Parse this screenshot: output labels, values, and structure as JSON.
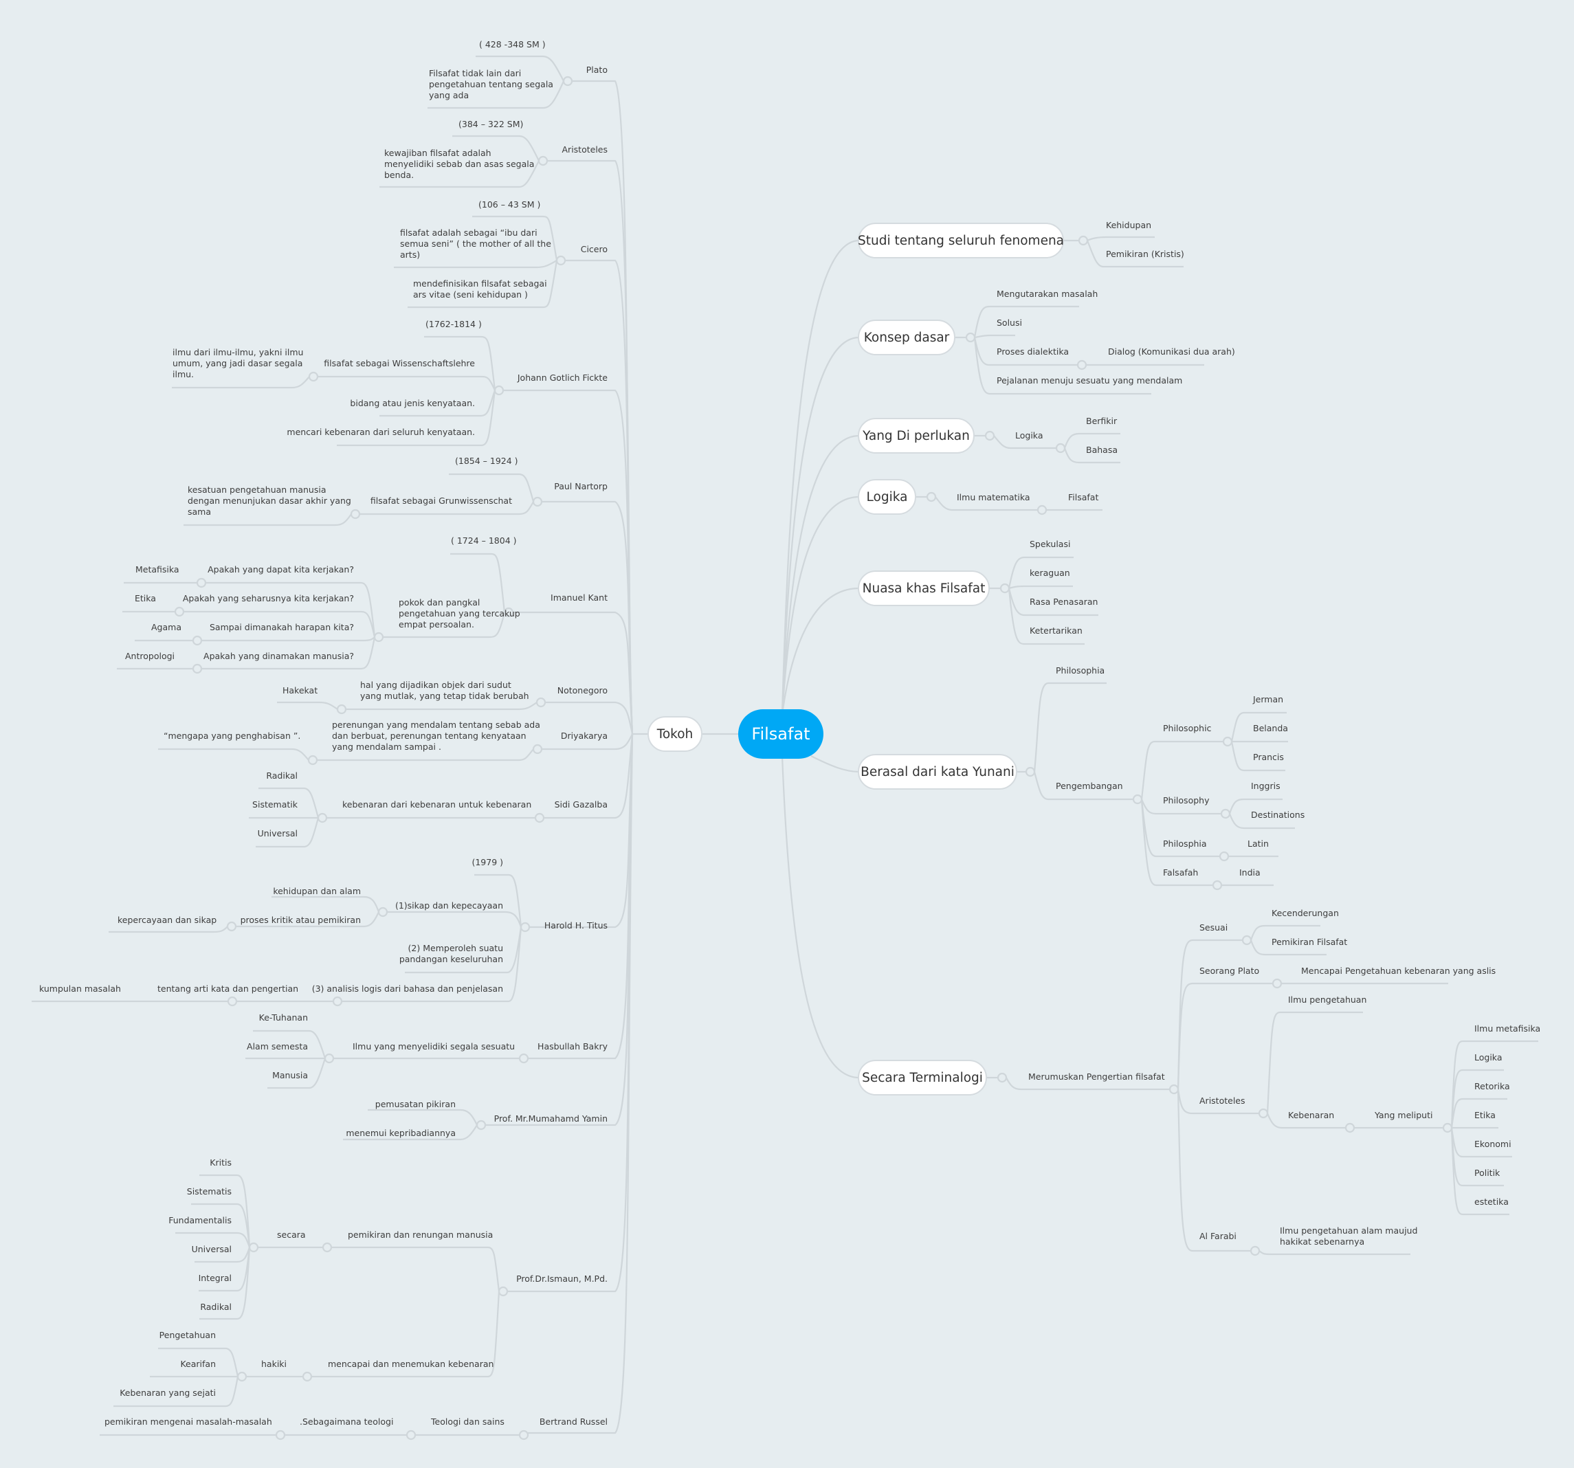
{
  "root": {
    "label": "Filsafat",
    "color": "#00a8f5"
  },
  "left": {
    "tokoh_label": "Tokoh",
    "figures": [
      {
        "name": "Plato",
        "items": [
          "( 428 -348 SM )",
          "Filsafat tidak lain dari\npengetahuan tentang segala\nyang ada"
        ]
      },
      {
        "name": "Aristoteles",
        "items": [
          "(384 – 322 SM)",
          "kewajiban filsafat adalah\nmenyelidiki sebab dan asas segala\nbenda."
        ]
      },
      {
        "name": "Cicero",
        "items": [
          "(106 – 43 SM )",
          "filsafat adalah sebagai “ibu dari\nsemua seni” ( the mother of all the\narts)",
          "mendefinisikan filsafat sebagai\nars vitae (seni kehidupan )"
        ]
      },
      {
        "name": "Johann Gotlich Fickte",
        "items": [
          "(1762-1814 )",
          "filsafat sebagai Wissenschaftslehre",
          "bidang atau jenis kenyataan.",
          "mencari kebenaran dari seluruh kenyataan."
        ],
        "sub": {
          "wissen": "ilmu dari ilmu-ilmu, yakni ilmu\numum, yang jadi dasar segala\nilmu."
        }
      },
      {
        "name": "Paul Nartorp",
        "items": [
          "(1854 – 1924 )",
          "filsafat sebagai Grunwissenschat"
        ],
        "sub": {
          "grun": "kesatuan pengetahuan manusia\ndengan menunjukan dasar akhir yang\nsama"
        }
      },
      {
        "name": "Imanuel Kant",
        "items": [
          "( 1724 – 1804 )",
          "pokok dan pangkal\npengetahuan yang tercakup\nempat persoalan."
        ],
        "questions": [
          {
            "q": "Apakah yang dapat kita kerjakan?",
            "a": "Metafisika"
          },
          {
            "q": "Apakah yang seharusnya kita kerjakan?",
            "a": "Etika"
          },
          {
            "q": "Sampai dimanakah harapan kita?",
            "a": "Agama"
          },
          {
            "q": "Apakah yang dinamakan manusia?",
            "a": "Antropologi"
          }
        ]
      },
      {
        "name": "Notonegoro",
        "items": [
          "hal yang dijadikan objek dari sudut\nyang mutlak, yang tetap tidak berubah"
        ],
        "sub": {
          "a": "Hakekat"
        }
      },
      {
        "name": "Driyakarya",
        "items": [
          "perenungan yang mendalam tentang sebab ada\ndan berbuat, perenungan tentang kenyataan\nyang mendalam sampai ."
        ],
        "sub": {
          "a": "“mengapa yang penghabisan ”."
        }
      },
      {
        "name": "Sidi Gazalba",
        "items": [
          "kebenaran dari kebenaran untuk kebenaran"
        ],
        "sub_list": [
          "Radikal",
          "Sistematik",
          "Universal"
        ]
      },
      {
        "name": "Harold H. Titus",
        "items": [
          "(1979 )",
          "(1)sikap dan kepecayaan",
          "(2)  Memperoleh suatu\npandangan keseluruhan",
          "(3) analisis logis dari bahasa dan penjelasan"
        ],
        "sub1": [
          "kehidupan dan alam",
          "proses kritik atau pemikiran"
        ],
        "sub1b": "kepercayaan dan sikap",
        "sub3": "tentang arti kata dan pengertian",
        "sub3b": "kumpulan masalah"
      },
      {
        "name": "Hasbullah Bakry",
        "items": [
          "Ilmu yang menyelidiki segala sesuatu"
        ],
        "sub_list": [
          "Ke-Tuhanan",
          "Alam semesta",
          "Manusia"
        ]
      },
      {
        "name": "Prof. Mr.Mumahamd Yamin",
        "items": [
          "pemusatan pikiran",
          "menemui kepribadiannya"
        ]
      },
      {
        "name": "Prof.Dr.Ismaun, M.Pd.",
        "items": [
          "pemikiran dan renungan manusia",
          "mencapai dan menemukan kebenaran"
        ],
        "secara": "secara",
        "secara_list": [
          "Kritis",
          "Sistematis",
          "Fundamentalis",
          "Universal",
          "Integral",
          "Radikal"
        ],
        "hakiki": "hakiki",
        "hakiki_list": [
          "Pengetahuan",
          "Kearifan",
          "Kebenaran yang sejati"
        ]
      },
      {
        "name": "Bertrand Russel",
        "items": [
          "Teologi dan sains",
          ".Sebagaimana teologi",
          "pemikiran mengenai masalah-masalah"
        ]
      }
    ]
  },
  "right": {
    "branches": [
      {
        "label": "Studi tentang seluruh fenomena",
        "children": [
          "Kehidupan",
          "Pemikiran (Kristis)"
        ]
      },
      {
        "label": "Konsep dasar",
        "children": [
          "Mengutarakan masalah",
          "Solusi",
          "Proses dialektika",
          "Pejalanan menuju sesuatu yang mendalam"
        ],
        "dialektika_child": "Dialog (Komunikasi dua arah)"
      },
      {
        "label": "Yang Di perlukan",
        "children": [
          "Logika"
        ],
        "logika_children": [
          "Berfikir",
          "Bahasa"
        ]
      },
      {
        "label": "Logika",
        "children": [
          "Ilmu matematika"
        ],
        "sub": "Filsafat"
      },
      {
        "label": "Nuasa khas Filsafat",
        "children": [
          "Spekulasi",
          "keraguan",
          "Rasa Penasaran",
          "Ketertarikan"
        ]
      },
      {
        "label": "Berasal dari kata Yunani",
        "children": [
          "Philosophia",
          "Pengembangan"
        ],
        "pengembangan": [
          {
            "label": "Philosophic",
            "children": [
              "Jerman",
              "Belanda",
              "Prancis"
            ]
          },
          {
            "label": "Philosophy",
            "children": [
              "Inggris",
              "Destinations"
            ]
          },
          {
            "label": "Philosphia",
            "children": [
              "Latin"
            ]
          },
          {
            "label": "Falsafah",
            "children": [
              "India"
            ]
          }
        ]
      },
      {
        "label": "Secara Terminalogi",
        "children": [
          "Merumuskan Pengertian filsafat"
        ],
        "rumus": [
          {
            "label": "Sesuai",
            "children": [
              "Kecenderungan",
              "Pemikiran Filsafat"
            ]
          },
          {
            "label": "Seorang Plato",
            "children": [
              "Mencapai Pengetahuan kebenaran yang aslis"
            ]
          },
          {
            "label": "Aristoteles",
            "children": [
              "Ilmu pengetahuan",
              "Kebenaran"
            ],
            "yang": "Yang meliputi",
            "meliputi": [
              "Ilmu metafisika",
              "Logika",
              "Retorika",
              "Etika",
              "Ekonomi",
              "Politik",
              "estetika"
            ]
          },
          {
            "label": "Al Farabi",
            "children": [
              "Ilmu pengetahuan alam maujud\nhakikat sebenarnya"
            ]
          }
        ]
      }
    ]
  }
}
